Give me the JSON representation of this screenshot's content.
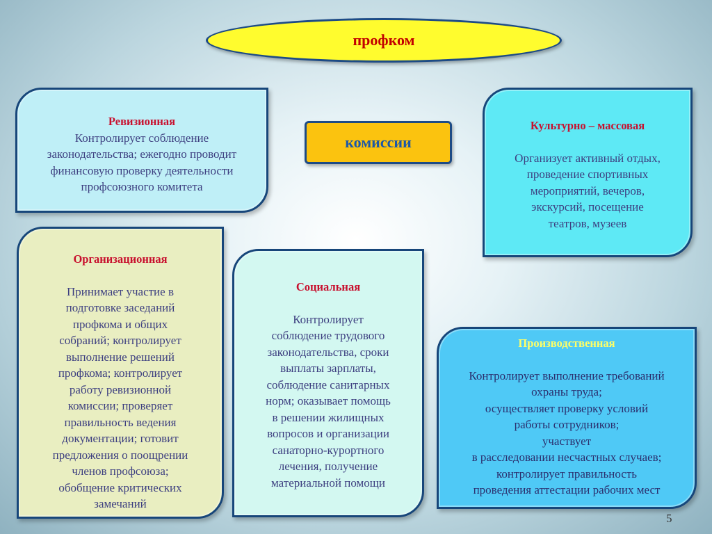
{
  "header": {
    "title": "профком"
  },
  "center": {
    "label": "комиссии"
  },
  "commissions": {
    "revision": {
      "title": "Ревизионная",
      "description": "Контролирует соблюдение\nзаконодательства; ежегодно проводит\nфинансовую проверку деятельности\nпрофсоюзного комитета"
    },
    "cultural": {
      "title": "Культурно – массовая",
      "description": "Организует активный отдых,\nпроведение спортивных\nмероприятий, вечеров,\nэкскурсий, посещение\nтеатров, музеев"
    },
    "organizational": {
      "title": "Организационная",
      "description": "Принимает участие в\nподготовке заседаний\nпрофкома и общих\nсобраний; контролирует\nвыполнение решений\nпрофкома; контролирует\nработу ревизионной\nкомиссии; проверяет\nправильность ведения\nдокументации; готовит\nпредложения о поощрении\nчленов профсоюза;\nобобщение критических\nзамечаний"
    },
    "social": {
      "title": "Социальная",
      "description": "Контролирует\nсоблюдение трудового\nзаконодательства, сроки\nвыплаты зарплаты,\nсоблюдение санитарных\nнорм; оказывает помощь\nв решении жилищных\nвопросов и организации\nсанаторно-курортного\nлечения, получение\nматериальной помощи"
    },
    "production": {
      "title": "Производственная",
      "description": "Контролирует выполнение требований\nохраны труда;\nосуществляет проверку условий\nработы сотрудников;\nучаствует\nв расследовании несчастных случаев;\nконтролирует правильность\nпроведения аттестации рабочих мест"
    }
  },
  "footer": {
    "page_number": "5"
  }
}
